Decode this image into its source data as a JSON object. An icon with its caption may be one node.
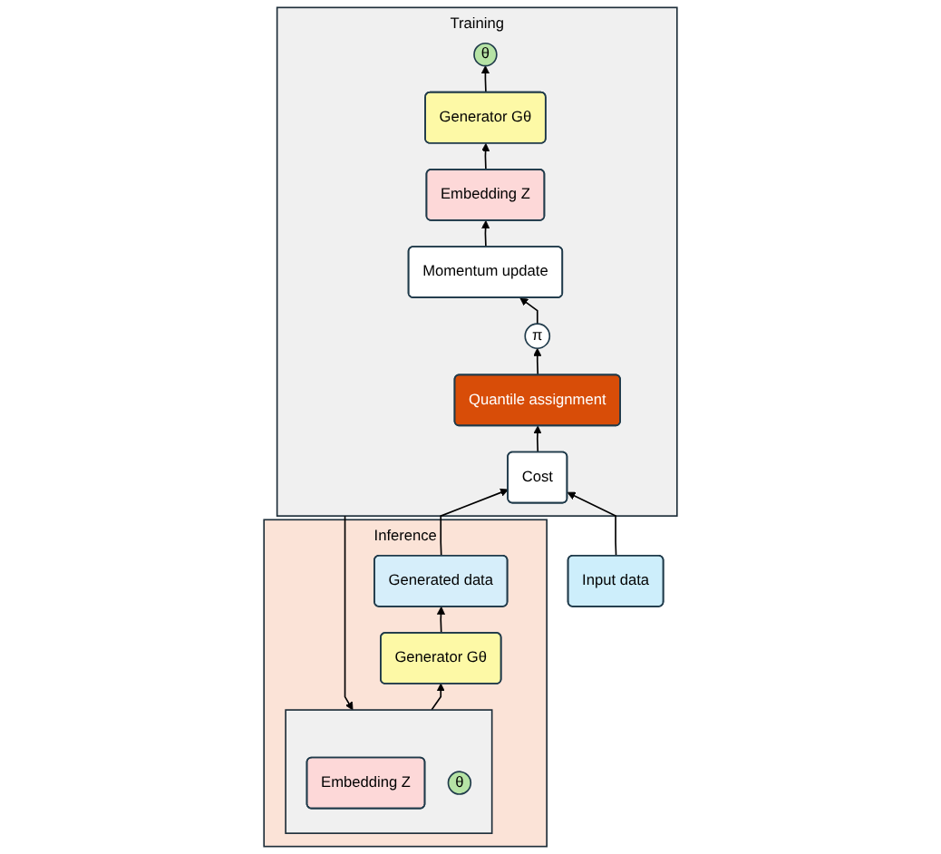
{
  "diagram": {
    "nodes": [
      {
        "text": [
          "Training"
        ]
      },
      {
        "text": [
          "Momentum update"
        ],
        "in": 0
      },
      {
        "text": [
          "π"
        ],
        "in": 0
      },
      {
        "text": [
          "Quantile assignment"
        ],
        "in": 0
      },
      {
        "text": [
          "Cost"
        ],
        "in": 0
      },
      {
        "text": [
          "θ"
        ],
        "in": 0
      },
      {
        "text": [
          "Generator Gθ"
        ],
        "in": 0
      },
      {
        "text": [
          "Embedding Z"
        ],
        "in": 0
      },
      {
        "text": [
          "Inference"
        ]
      },
      {
        "text": [
          "Generated data"
        ],
        "in": 8
      },
      {
        "text": [
          "Generator Gθ"
        ],
        "in": 8
      },
      {
        "text": [],
        "shape": "box",
        "in": 8
      },
      {
        "text": [
          "Embedding Z"
        ],
        "in": 11
      },
      {
        "text": [
          "θ"
        ],
        "in": 11
      },
      {
        "text": [
          "Input data"
        ]
      }
    ],
    "edges": [
      {
        "from": 4,
        "to": 3,
        "arrow": "to"
      },
      {
        "from": 3,
        "to": 2,
        "arrow": "to"
      },
      {
        "from": 2,
        "to": 1,
        "arrow": "to"
      },
      {
        "from": 1,
        "to": 7,
        "arrow": "to"
      },
      {
        "from": 7,
        "to": 6,
        "arrow": "to"
      },
      {
        "from": 6,
        "to": 5,
        "arrow": "to"
      },
      {
        "from": 9,
        "to": 4,
        "arrow": "to"
      },
      {
        "from": 14,
        "to": 4,
        "arrow": "to"
      },
      {
        "from": 0,
        "to": 11,
        "arrow": "to"
      },
      {
        "from": 11,
        "to": 10,
        "arrow": "to"
      },
      {
        "from": 10,
        "to": 9,
        "arrow": "to"
      }
    ]
  }
}
